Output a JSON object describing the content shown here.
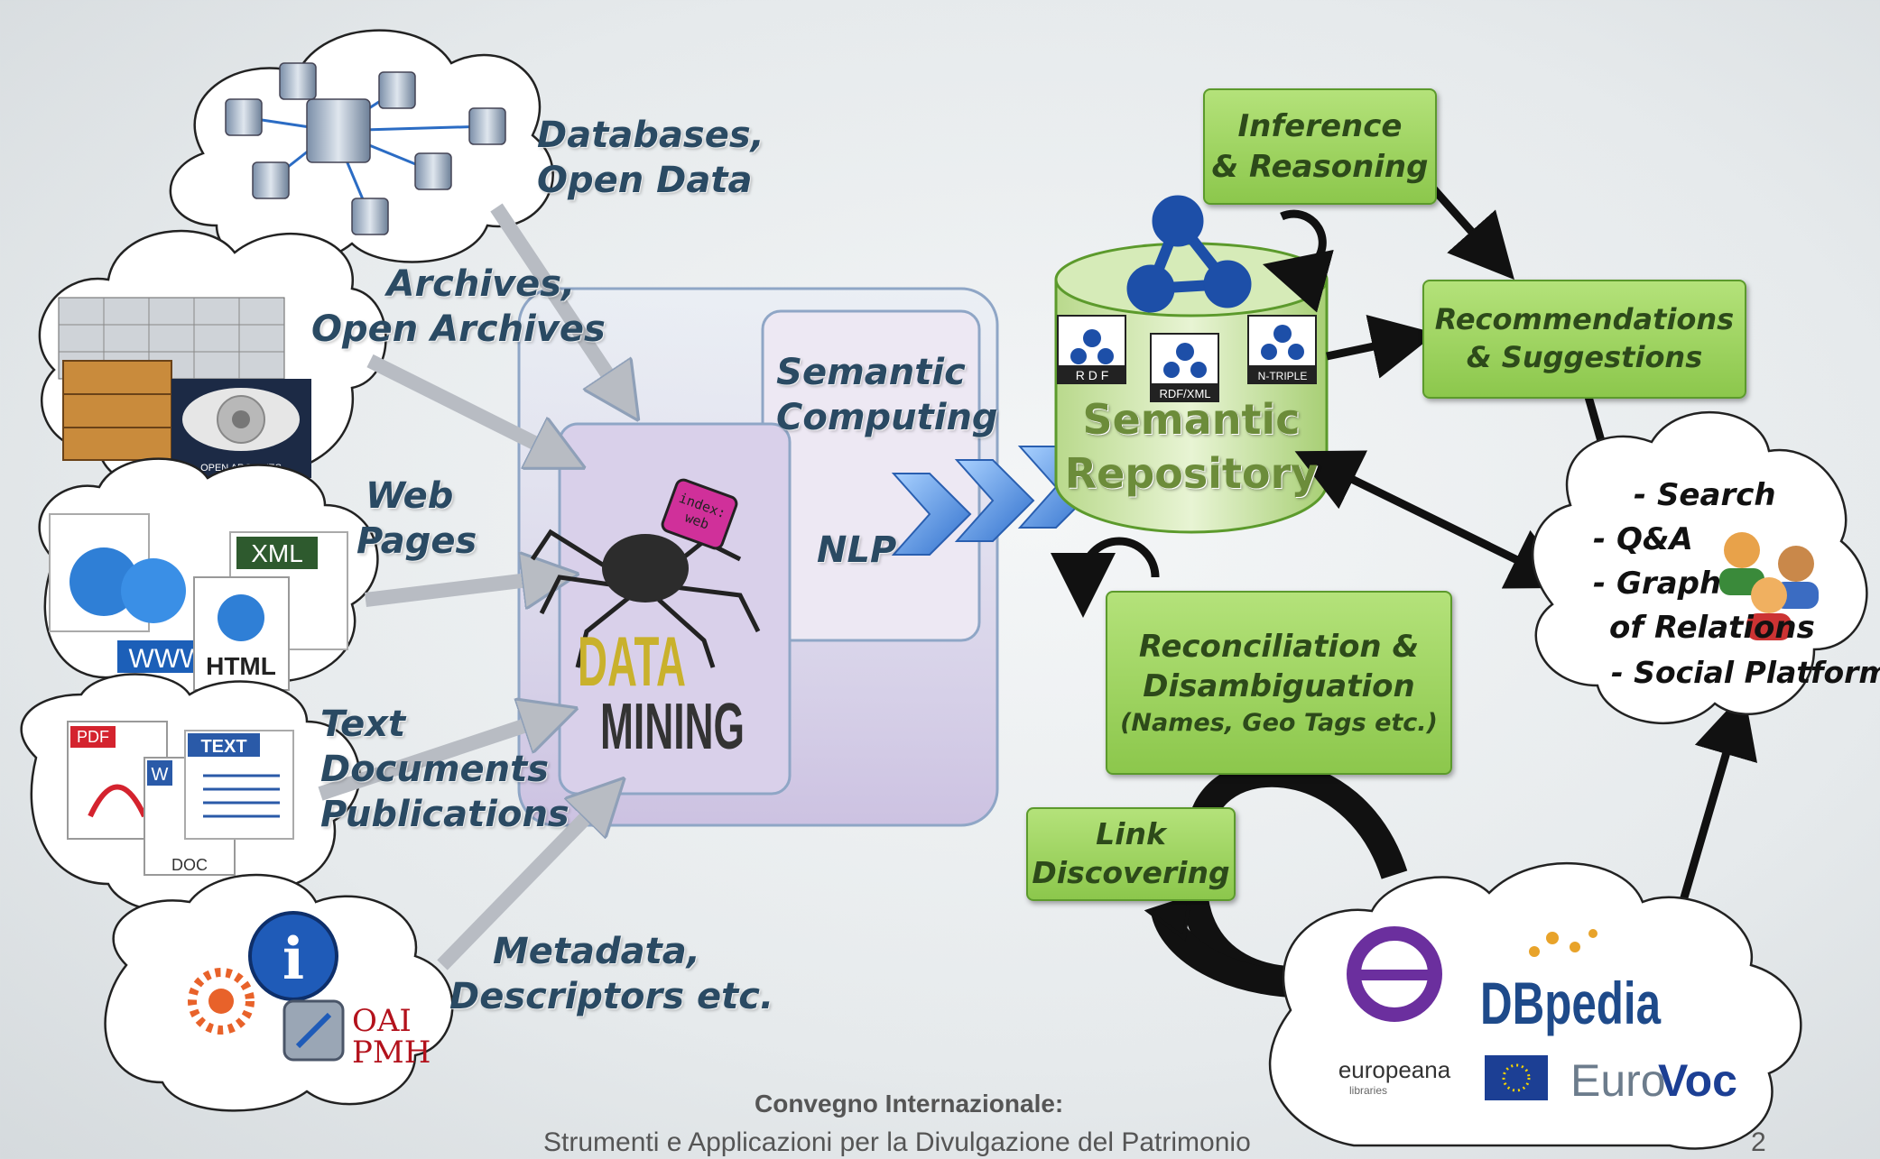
{
  "sources": {
    "databases": [
      "Databases,",
      "Open Data"
    ],
    "archives": [
      "Archives,",
      "Open Archives"
    ],
    "archives_logo": "OPEN ARCHIVES",
    "web": [
      "Web",
      "Pages"
    ],
    "web_badges": {
      "xml": "XML",
      "www": "WWW",
      "html": "HTML"
    },
    "text": [
      "Text",
      "Documents",
      "Publications"
    ],
    "text_badges": {
      "pdf": "PDF",
      "text": "TEXT",
      "word": "W",
      "doc": "DOC"
    },
    "metadata": [
      "Metadata,",
      "Descriptors etc."
    ],
    "oai": [
      "OAI",
      "PMH"
    ]
  },
  "center": {
    "semantic_computing": [
      "Semantic",
      "Computing"
    ],
    "nlp": "NLP",
    "spider_tag": [
      "index:",
      "web"
    ],
    "data_mining": [
      "DATA",
      "MINING"
    ]
  },
  "repository": {
    "title": [
      "Semantic",
      "Repository"
    ],
    "formats": [
      "R D F",
      "RDF/XML",
      "N-TRIPLE"
    ]
  },
  "boxes": {
    "inference": [
      "Inference",
      "& Reasoning"
    ],
    "recommendations": [
      "Recommendations",
      "& Suggestions"
    ],
    "reconciliation": [
      "Reconciliation &",
      "Disambiguation",
      "(Names, Geo Tags etc.)"
    ],
    "link": [
      "Link",
      "Discovering"
    ]
  },
  "platform": [
    "- Search",
    "- Q&A",
    "- Graph",
    "of Relations",
    "- Social Platform"
  ],
  "external": {
    "europeana": "europeana",
    "europeana_sub": "libraries",
    "dbpedia": "DBpedia",
    "eurovoc_a": "Euro",
    "eurovoc_b": "Voc"
  },
  "footer": {
    "title": "Convegno Internazionale:",
    "subtitle": "Strumenti e Applicazioni per la Divulgazione del Patrimonio",
    "page": "2"
  },
  "colors": {
    "label": "#2a4a63",
    "green": "#8cc74c",
    "purple_panel": "#cfc6e3",
    "chevron": "#4f8fe0"
  }
}
